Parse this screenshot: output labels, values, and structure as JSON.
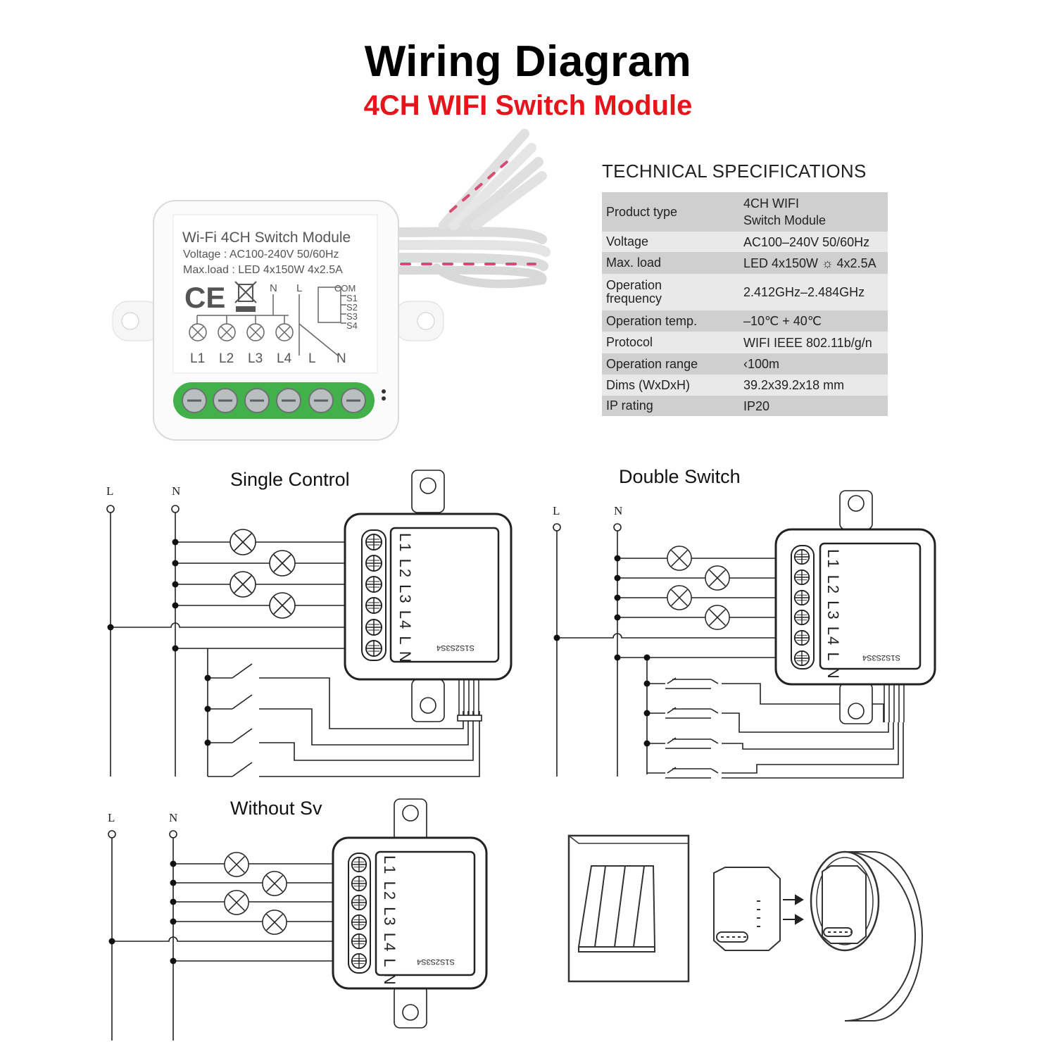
{
  "header": {
    "title": "Wiring Diagram",
    "subtitle": "4CH WIFI Switch Module"
  },
  "device": {
    "label_title": "Wi-Fi 4CH Switch Module",
    "label_voltage": "Voltage : AC100-240V 50/60Hz",
    "label_load": "Max.load : LED 4x150W 4x2.5A",
    "mark_ce": "CE",
    "rail_n": "N",
    "rail_l": "L",
    "com": "COM",
    "s1": "S1",
    "s2": "S2",
    "s3": "S3",
    "s4": "S4",
    "terminals": [
      "L1",
      "L2",
      "L3",
      "L4",
      "L",
      "N"
    ]
  },
  "specs": {
    "title": "TECHNICAL SPECIFICATIONS",
    "rows": [
      {
        "label": "Product type",
        "value": "4CH WIFI\nSwitch Module"
      },
      {
        "label": "Voltage",
        "value": "AC100–240V 50/60Hz"
      },
      {
        "label": "Max. load",
        "value": "LED 4x150W ☼ 4x2.5A"
      },
      {
        "label": "Operation\nfrequency",
        "value": "2.412GHz–2.484GHz"
      },
      {
        "label": "Operation temp.",
        "value": "–10℃ + 40℃"
      },
      {
        "label": "Protocol",
        "value": "WIFI  IEEE 802.11b/g/n"
      },
      {
        "label": "Operation range",
        "value": "‹100m"
      },
      {
        "label": "Dims (WxDxH)",
        "value": "39.2x39.2x18 mm"
      },
      {
        "label": "IP rating",
        "value": "IP20"
      }
    ]
  },
  "diagrams": {
    "single": {
      "title": "Single Control",
      "rail_l": "L",
      "rail_n": "N"
    },
    "double": {
      "title": "Double Switch",
      "rail_l": "L",
      "rail_n": "N"
    },
    "without": {
      "title": "Without Sv",
      "rail_l": "L",
      "rail_n": "N"
    },
    "module_terminals": "L1 L2 L3 L4 L N",
    "module_switch_legend": "S1S2S3S4"
  }
}
